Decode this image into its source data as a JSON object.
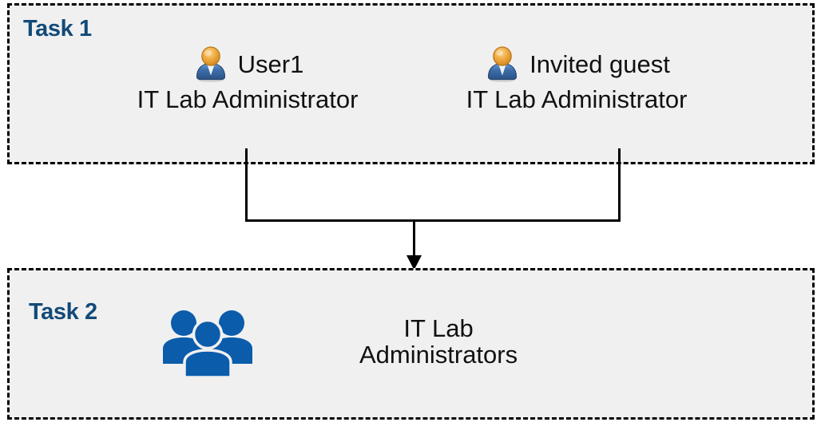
{
  "diagram": {
    "title": "Task 1 and Task 2 role assignment flow",
    "colors": {
      "task_label": "#124A78",
      "box_fill": "#F0F0F0",
      "box_border": "#000000",
      "group_icon_blue": "#0B5CAB",
      "user_icon_head": "#E8A33D",
      "user_icon_body": "#3F6FA8",
      "connector": "#000000",
      "page_background": "#FFFFFF"
    },
    "tasks": [
      {
        "id": "task1",
        "label": "Task 1",
        "entries": [
          {
            "icon": "user-icon",
            "name": "User1",
            "role": "IT Lab Administrator"
          },
          {
            "icon": "user-icon",
            "name": "Invited guest",
            "role": "IT Lab Administrator"
          }
        ]
      },
      {
        "id": "task2",
        "label": "Task 2",
        "entries": [
          {
            "icon": "group-icon",
            "name": "IT Lab\nAdministrators"
          }
        ]
      }
    ],
    "connector": {
      "type": "merge-arrow",
      "description": "Two vertical lines from the Task 1 entries merge into a horizontal bar and a single arrow points down into Task 2",
      "arrow_direction": "down"
    }
  }
}
